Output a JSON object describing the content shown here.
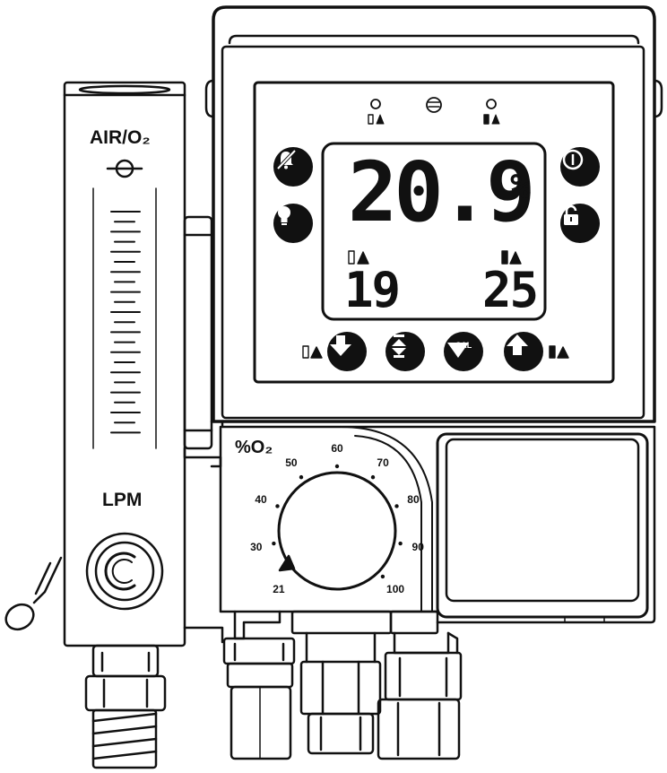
{
  "flowmeter": {
    "gas_label": "AIR/O₂",
    "unit_label": "LPM"
  },
  "display": {
    "reading": "20.9",
    "reading_unit": "%",
    "low_alarm": "19",
    "high_alarm": "25"
  },
  "buttons": {
    "cal_label": "CAL"
  },
  "dial": {
    "title": "%O₂",
    "scale": [
      "21",
      "30",
      "40",
      "50",
      "60",
      "70",
      "80",
      "90",
      "100"
    ]
  },
  "icons": {
    "alarm_silence": "bell-slash-icon",
    "backlight": "lightbulb-icon",
    "power": "power-icon",
    "lock": "unlock-icon",
    "down": "arrow-down-icon",
    "up": "arrow-up-icon",
    "calibrate": "calibrate-icon"
  }
}
